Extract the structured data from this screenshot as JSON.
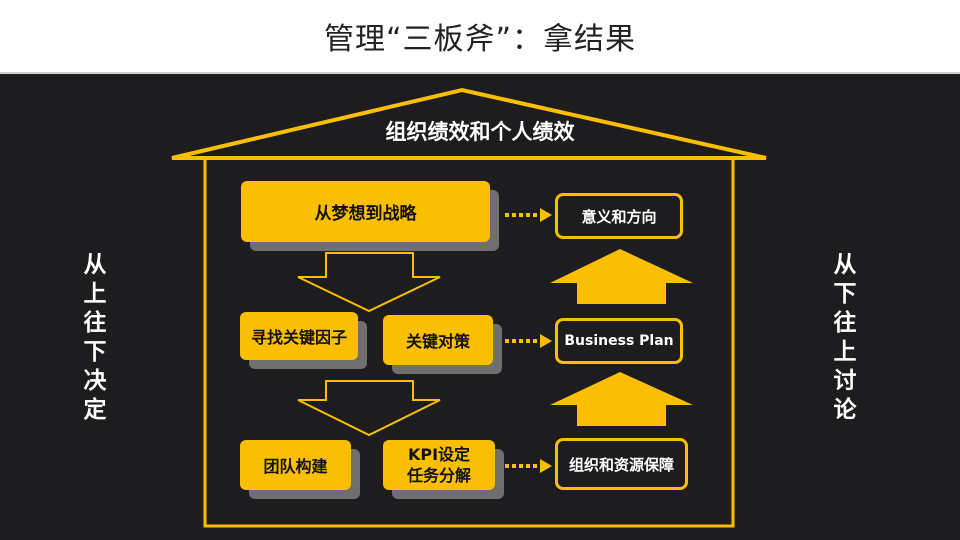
{
  "slide": {
    "title": "管理“三板斧”：拿结果",
    "roof_label": "组织绩效和个人绩效",
    "left_side_text": "从上往下决定",
    "right_side_text": "从下往上讨论"
  },
  "left_boxes": {
    "dream_to_strategy": "从梦想到战略",
    "key_factors": "寻找关键因子",
    "key_measures": "关键对策",
    "team_building": "团队构建",
    "kpi_line1": "KPI设定",
    "kpi_line2": "任务分解"
  },
  "right_boxes": {
    "meaning_direction": "意义和方向",
    "business_plan": "Business Plan",
    "org_resources": "组织和资源保障"
  },
  "colors": {
    "accent": "#fbbf00",
    "background": "#1d1d1f",
    "title_bar": "#ffffff",
    "shadow": "#6f6f6f"
  }
}
